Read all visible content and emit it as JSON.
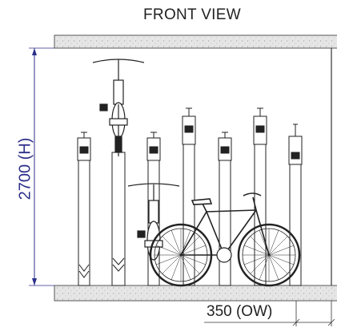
{
  "diagram": {
    "title": "FRONT VIEW",
    "height_dimension": "2700 (H)",
    "width_dimension": "350 (OW)"
  },
  "colors": {
    "line": "#222222",
    "slab_fill": "#e4e4e4",
    "dimension_blue": "#2c2f8a",
    "background": "#ffffff"
  }
}
